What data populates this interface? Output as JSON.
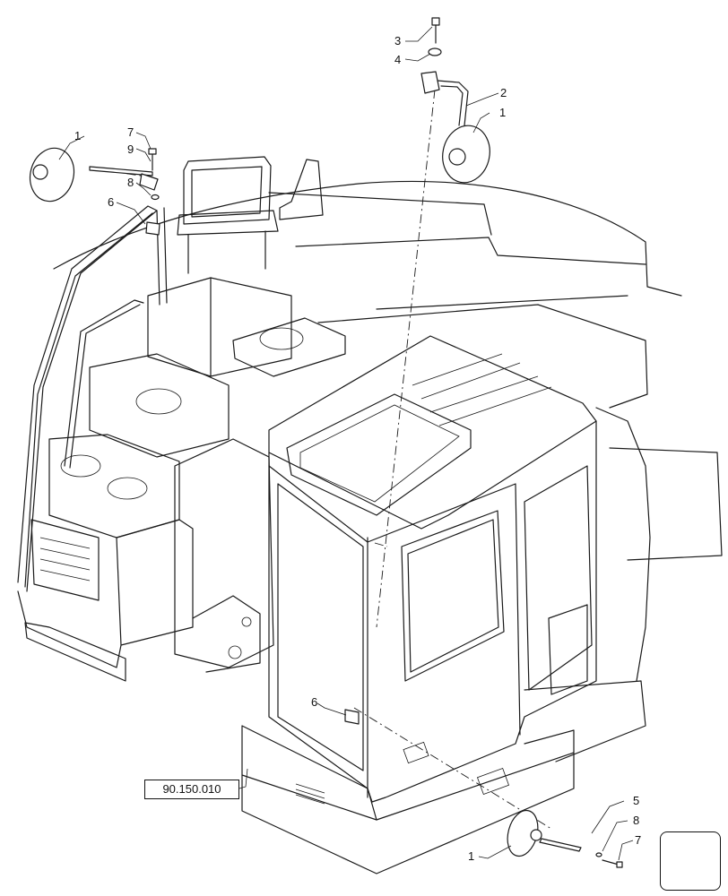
{
  "callouts": {
    "c1a": "1",
    "c7a": "7",
    "c9": "9",
    "c8a": "8",
    "c6a": "6",
    "c3": "3",
    "c4": "4",
    "c2": "2",
    "c1b": "1",
    "c6b": "6",
    "c5": "5",
    "c8b": "8",
    "c7b": "7",
    "c1c": "1"
  },
  "reference": "90.150.010",
  "icons": {
    "nav": "previous-page-arrow-icon"
  }
}
